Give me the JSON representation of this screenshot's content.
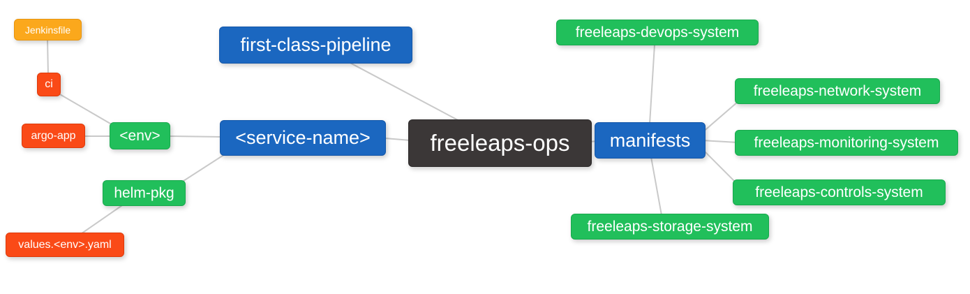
{
  "diagram": {
    "title": "freeleaps-ops repository structure mind map",
    "nodes": {
      "root": {
        "label": "freeleaps-ops",
        "role": "root"
      },
      "first_class_pipeline": {
        "label": "first-class-pipeline",
        "role": "branch"
      },
      "service_name": {
        "label": "<service-name>",
        "role": "branch"
      },
      "manifests": {
        "label": "manifests",
        "role": "branch"
      },
      "env": {
        "label": "<env>",
        "role": "sub-branch"
      },
      "helm_pkg": {
        "label": "helm-pkg",
        "role": "sub-branch"
      },
      "ci": {
        "label": "ci",
        "role": "leaf"
      },
      "argo_app": {
        "label": "argo-app",
        "role": "leaf"
      },
      "jenkinsfile": {
        "label": "Jenkinsfile",
        "role": "leaf"
      },
      "values_yaml": {
        "label": "values.<env>.yaml",
        "role": "leaf"
      },
      "devops_system": {
        "label": "freeleaps-devops-system",
        "role": "sub-branch"
      },
      "network_system": {
        "label": "freeleaps-network-system",
        "role": "sub-branch"
      },
      "monitoring_system": {
        "label": "freeleaps-monitoring-system",
        "role": "sub-branch"
      },
      "controls_system": {
        "label": "freeleaps-controls-system",
        "role": "sub-branch"
      },
      "storage_system": {
        "label": "freeleaps-storage-system",
        "role": "sub-branch"
      }
    },
    "edges": [
      {
        "from": "jenkinsfile",
        "to": "ci"
      },
      {
        "from": "ci",
        "to": "env"
      },
      {
        "from": "argo_app",
        "to": "env"
      },
      {
        "from": "env",
        "to": "service_name"
      },
      {
        "from": "helm_pkg",
        "to": "service_name"
      },
      {
        "from": "values_yaml",
        "to": "helm_pkg"
      },
      {
        "from": "first_class_pipeline",
        "to": "root"
      },
      {
        "from": "service_name",
        "to": "root"
      },
      {
        "from": "manifests",
        "to": "root"
      },
      {
        "from": "devops_system",
        "to": "manifests"
      },
      {
        "from": "network_system",
        "to": "manifests"
      },
      {
        "from": "monitoring_system",
        "to": "manifests"
      },
      {
        "from": "controls_system",
        "to": "manifests"
      },
      {
        "from": "storage_system",
        "to": "manifests"
      }
    ],
    "colors": {
      "root_bg": "#3b3737",
      "branch_bg": "#1b67c0",
      "green_bg": "#21bf5b",
      "red_bg": "#fa4a17",
      "orange_bg": "#fba81c",
      "edge": "#c9c9c9",
      "text": "#ffffff",
      "background": "#ffffff"
    }
  }
}
